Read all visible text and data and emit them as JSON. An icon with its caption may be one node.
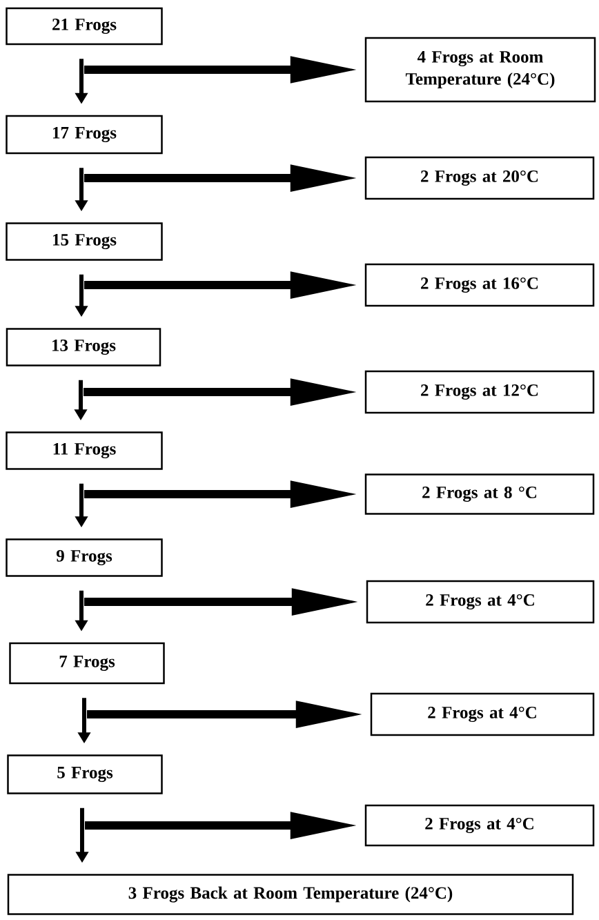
{
  "diagram": {
    "nodes": [
      {
        "text": [
          "21 Frogs"
        ]
      },
      {
        "text": [
          "4 Frogs at Room Temperature (24°C)"
        ]
      },
      {
        "text": [
          "17 Frogs"
        ]
      },
      {
        "text": [
          "2 Frogs at 20°C"
        ]
      },
      {
        "text": [
          "15 Frogs"
        ]
      },
      {
        "text": [
          "2 Frogs at 16°C"
        ]
      },
      {
        "text": [
          "13 Frogs"
        ]
      },
      {
        "text": [
          "2 Frogs at 12°C"
        ]
      },
      {
        "text": [
          "11 Frogs"
        ]
      },
      {
        "text": [
          "2 Frogs at 8 °C"
        ]
      },
      {
        "text": [
          "9 Frogs"
        ]
      },
      {
        "text": [
          "2 Frogs at 4°C"
        ]
      },
      {
        "text": [
          "7 Frogs"
        ]
      },
      {
        "text": [
          "2 Frogs at 4°C"
        ]
      },
      {
        "text": [
          "5 Frogs"
        ]
      },
      {
        "text": [
          "2 Frogs at 4°C"
        ]
      },
      {
        "text": [
          "3 Frogs Back at Room Temperature (24°C)"
        ]
      }
    ],
    "edges": [
      {
        "from": 0,
        "to": 2,
        "arrow": "to"
      },
      {
        "from": 0,
        "to": 1,
        "arrow": "to",
        "style": "thick"
      },
      {
        "from": 2,
        "to": 4,
        "arrow": "to"
      },
      {
        "from": 2,
        "to": 3,
        "arrow": "to",
        "style": "thick"
      },
      {
        "from": 4,
        "to": 6,
        "arrow": "to"
      },
      {
        "from": 4,
        "to": 5,
        "arrow": "to",
        "style": "thick"
      },
      {
        "from": 6,
        "to": 8,
        "arrow": "to"
      },
      {
        "from": 6,
        "to": 7,
        "arrow": "to",
        "style": "thick"
      },
      {
        "from": 8,
        "to": 10,
        "arrow": "to"
      },
      {
        "from": 8,
        "to": 9,
        "arrow": "to",
        "style": "thick"
      },
      {
        "from": 10,
        "to": 12,
        "arrow": "to"
      },
      {
        "from": 10,
        "to": 11,
        "arrow": "to",
        "style": "thick"
      },
      {
        "from": 12,
        "to": 14,
        "arrow": "to"
      },
      {
        "from": 12,
        "to": 13,
        "arrow": "to",
        "style": "thick"
      },
      {
        "from": 14,
        "to": 16,
        "arrow": "to"
      },
      {
        "from": 14,
        "to": 15,
        "arrow": "to",
        "style": "thick"
      }
    ]
  }
}
